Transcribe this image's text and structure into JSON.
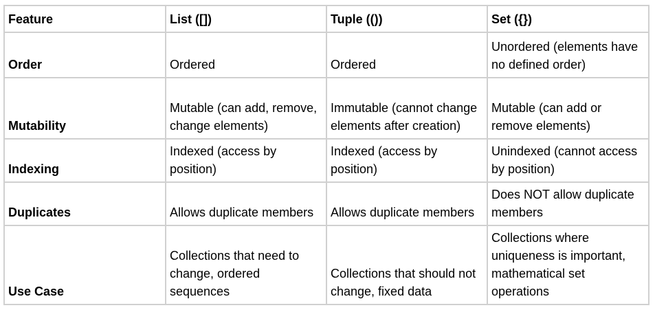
{
  "table": {
    "headers": [
      "Feature",
      "List ([])",
      "Tuple (())",
      "Set ({})"
    ],
    "rows": [
      {
        "feature": "Order",
        "list": "Ordered",
        "tuple": "Ordered",
        "set": "Unordered (elements have no defined order)"
      },
      {
        "feature": "Mutability",
        "list": "Mutable (can add, remove, change elements)",
        "tuple": "Immutable (cannot change elements after creation)",
        "set": "Mutable (can add or remove elements)"
      },
      {
        "feature": "Indexing",
        "list": "Indexed (access by position)",
        "tuple": "Indexed (access by position)",
        "set": "Unindexed (cannot access by position)"
      },
      {
        "feature": "Duplicates",
        "list": "Allows duplicate members",
        "tuple": "Allows duplicate members",
        "set": "Does NOT allow duplicate members"
      },
      {
        "feature": "Use Case",
        "list": "Collections that need to change, ordered sequences",
        "tuple": "Collections that should not change, fixed data",
        "set": "Collections where uniqueness is important, mathematical set operations"
      }
    ]
  },
  "colors": {
    "border": "#d0d0d0",
    "text": "#000000",
    "background": "#ffffff"
  }
}
